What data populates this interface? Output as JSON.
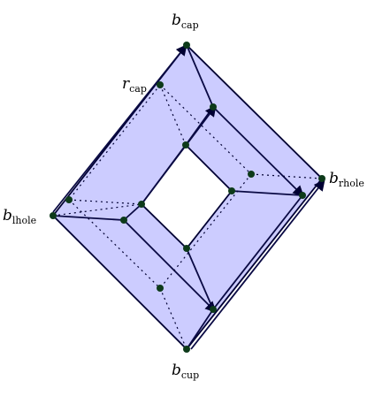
{
  "diagram": {
    "labels": {
      "b_cap": {
        "main": "b",
        "sub": "cap"
      },
      "r_cap": {
        "main": "r",
        "sub": "cap"
      },
      "b_rhole": {
        "main": "b",
        "sub": "rhole"
      },
      "b_lhole": {
        "main": "b",
        "sub": "lhole"
      },
      "b_cup": {
        "main": "b",
        "sub": "cup"
      }
    },
    "colors": {
      "fill": "#ccccff",
      "edge": "#000033",
      "solid_edge": "#0a0a44",
      "dotted_edge": "#000033",
      "vertex": "#0d3a1a"
    }
  }
}
